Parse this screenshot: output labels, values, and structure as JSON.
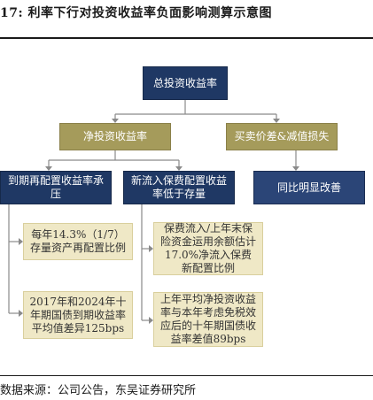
{
  "title": "17:  利率下行对投资收益率负面影响测算示意图",
  "source": "数据来源：公司公告，东吴证券研究所",
  "nodes": {
    "root": "总投资收益率",
    "net_yield": "净投资收益率",
    "spread_impairment": "买卖价差&减值损失",
    "reinvest_pressure": "到期再配置收益率承压",
    "new_cash_low": "新流入保费配置收益率低于存量",
    "yoy_improve": "同比明显改善",
    "detail_a": "每年14.3%（1/7）存量资产再配置比例",
    "detail_b": "保费流入/上年末保险资金运用余额估计17.0%净流入保费新配置比例",
    "detail_c": "2017年和2024年十年期国债到期收益率平均值差异125bps",
    "detail_d": "上年平均净投资收益率与本年考虑免税效应后的十年期国债收益率差值89bps"
  },
  "colors": {
    "navy": "#1f3864",
    "olive": "#a59b5b",
    "cream": "#efe8c6",
    "connector": "#8a8a8a"
  }
}
